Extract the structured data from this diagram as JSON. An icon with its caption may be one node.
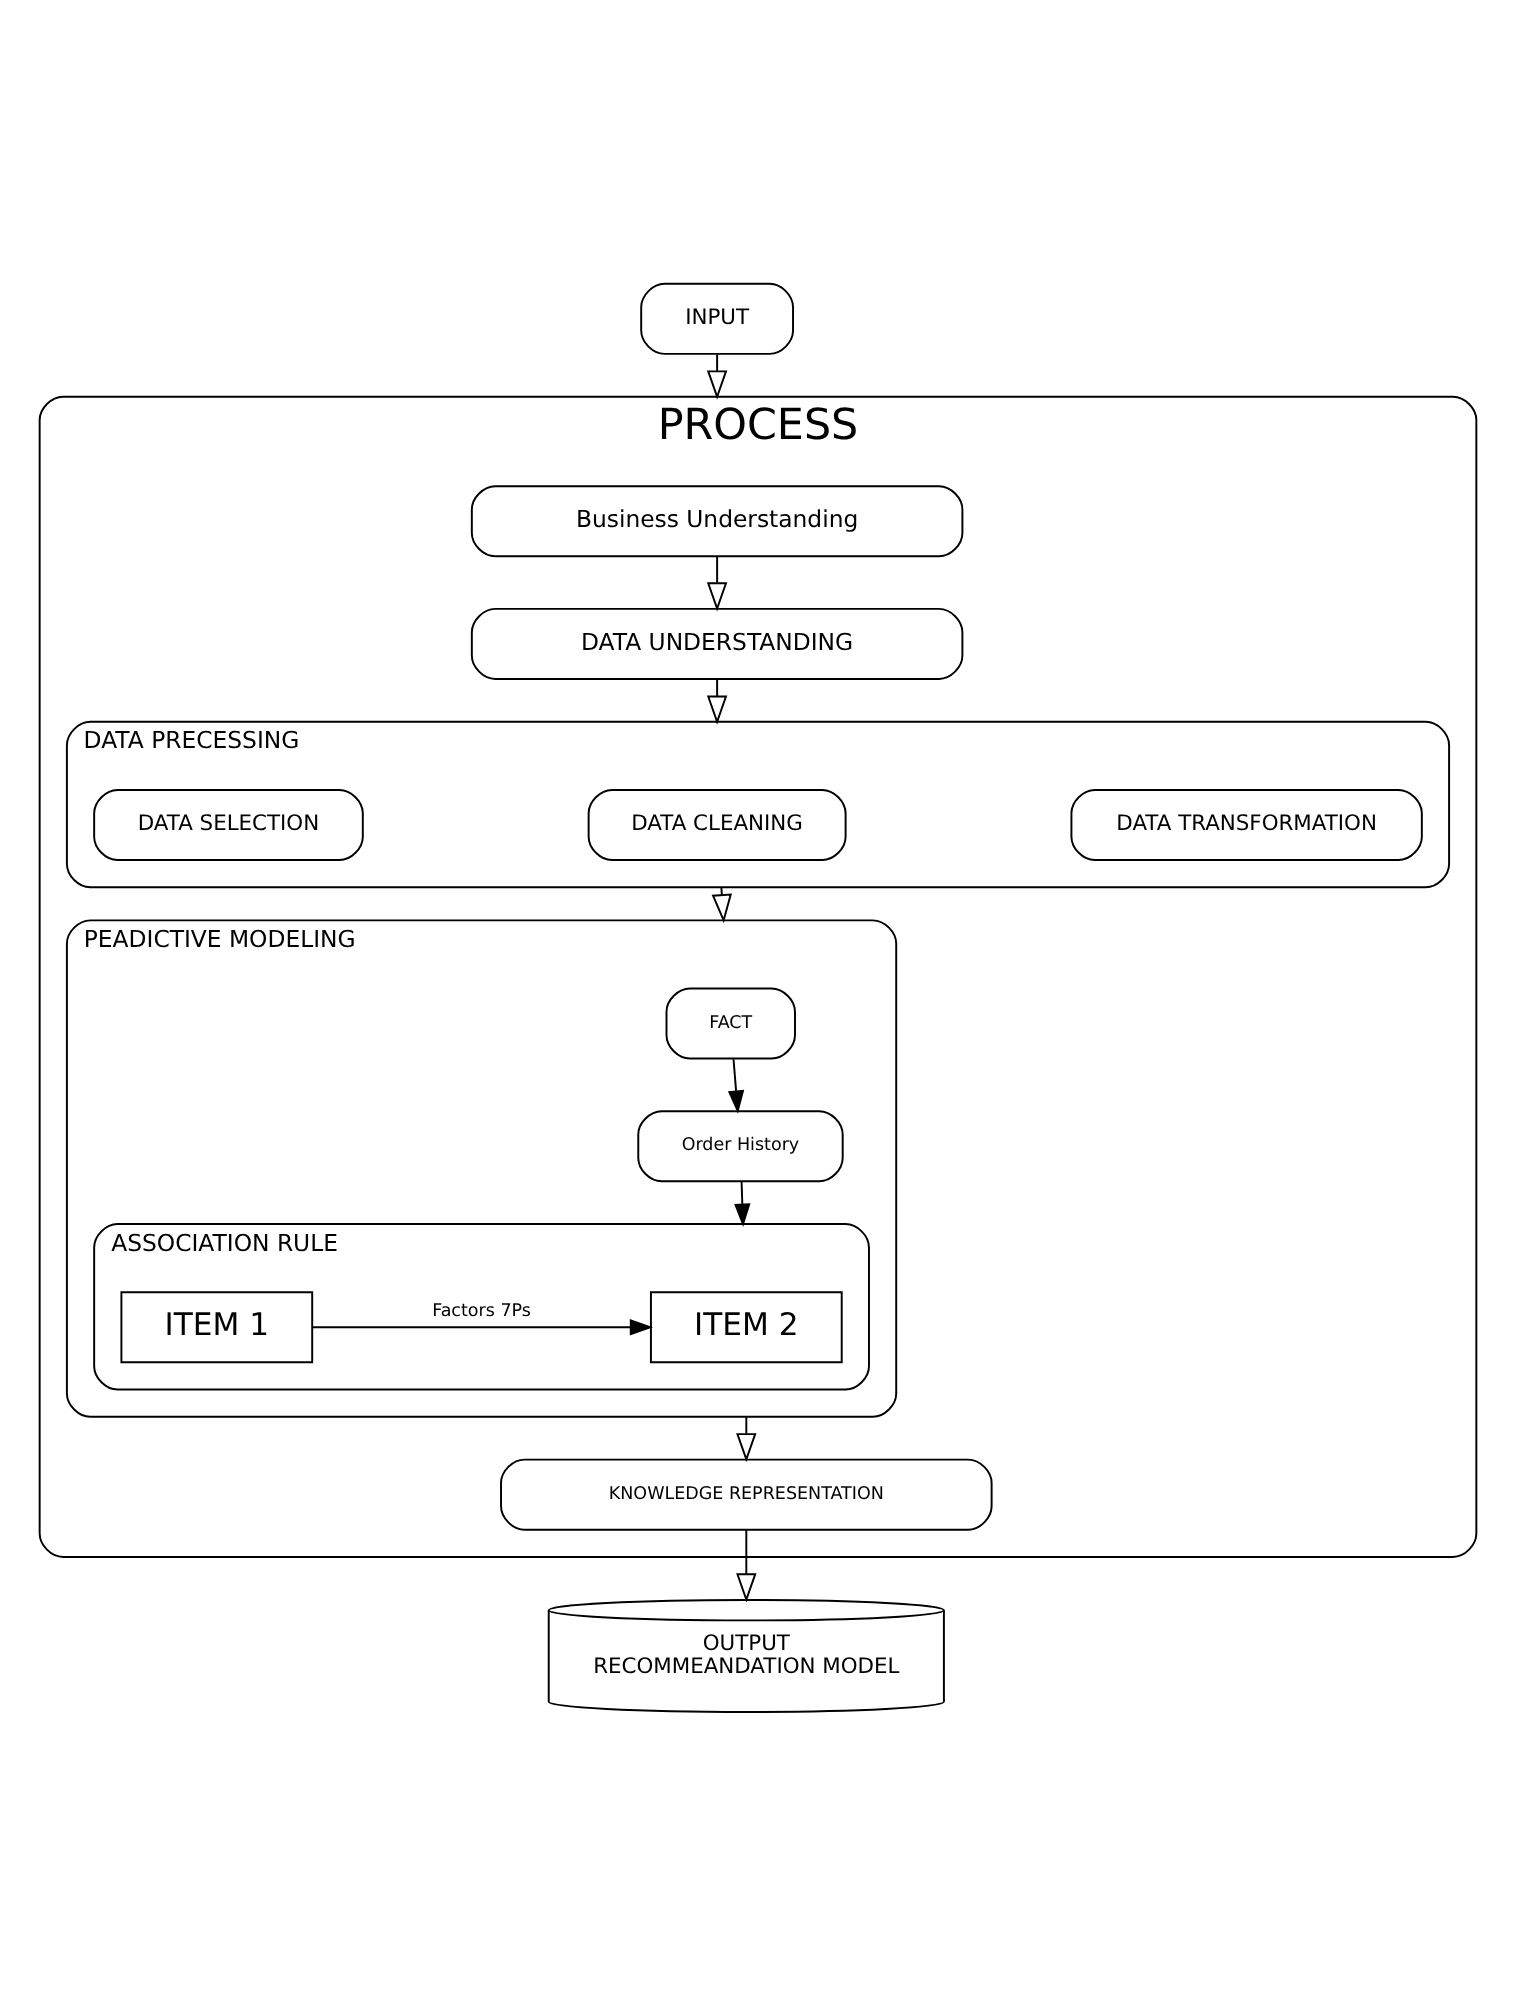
{
  "diagram": {
    "nodes": [
      {
        "text": [
          "INPUT"
        ]
      },
      {
        "text": [
          "PROCESS"
        ]
      },
      {
        "text": [
          "Business Understanding"
        ],
        "in": 1
      },
      {
        "text": [
          "DATA UNDERSTANDING"
        ],
        "in": 1
      },
      {
        "text": [
          "DATA PRECESSING"
        ],
        "in": 1
      },
      {
        "text": [
          "DATA SELECTION"
        ],
        "in": 4
      },
      {
        "text": [
          "DATA CLEANING"
        ],
        "in": 4
      },
      {
        "text": [
          "DATA TRANSFORMATION"
        ],
        "in": 4
      },
      {
        "text": [
          "PEADICTIVE MODELING"
        ],
        "in": 1
      },
      {
        "text": [
          "FACT"
        ],
        "in": 8
      },
      {
        "text": [
          "Order History"
        ],
        "in": 8
      },
      {
        "text": [
          "ASSOCIATION RULE"
        ],
        "in": 8
      },
      {
        "text": [
          "ITEM 1"
        ],
        "in": 11
      },
      {
        "text": [
          "ITEM 2"
        ],
        "in": 11
      },
      {
        "text": [
          "KNOWLEDGE REPRESENTATION"
        ],
        "in": 1
      },
      {
        "text": [
          "OUTPUT",
          "RECOMMEANDATION MODEL"
        ]
      }
    ],
    "edges": [
      {
        "from": 0,
        "to": 1,
        "arrow": "to"
      },
      {
        "from": 2,
        "to": 3,
        "arrow": "to"
      },
      {
        "from": 3,
        "to": 4,
        "arrow": "to"
      },
      {
        "from": 4,
        "to": 8,
        "arrow": "to"
      },
      {
        "from": 9,
        "to": 10,
        "arrow": "to"
      },
      {
        "from": 10,
        "to": 11,
        "arrow": "to"
      },
      {
        "from": 12,
        "to": 13,
        "label": "Factors 7Ps",
        "arrow": "to"
      },
      {
        "from": 8,
        "to": 14,
        "arrow": "to"
      },
      {
        "from": 14,
        "to": 15,
        "arrow": "to"
      }
    ]
  }
}
